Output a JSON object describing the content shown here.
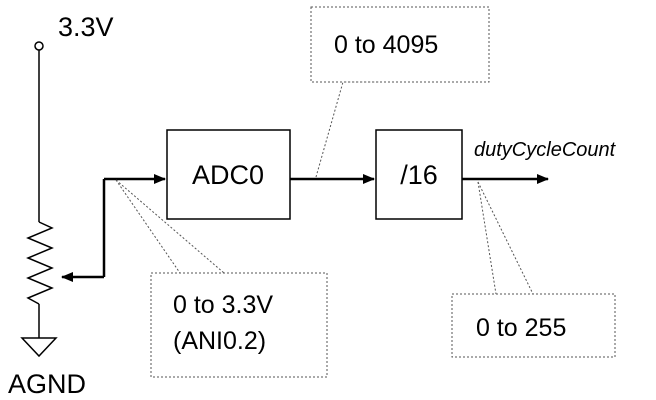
{
  "supply_label": "3.3V",
  "ground_label": "AGND",
  "adc_block_label": "ADC0",
  "divider_block_label": "/16",
  "output_signal_label": "dutyCycleCount",
  "callouts": {
    "adc_range": "0 to 4095",
    "input_range_line1": "0 to 3.3V",
    "input_range_line2": "(ANI0.2)",
    "output_range": "0 to 255"
  },
  "colors": {
    "stroke": "#000000",
    "callout_border": "#555555",
    "background": "#ffffff"
  }
}
